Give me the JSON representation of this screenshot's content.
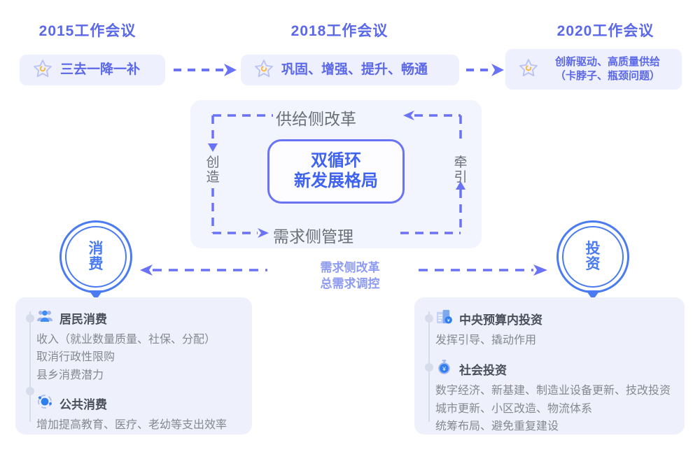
{
  "eras": [
    {
      "title": "2015工作会议",
      "star_icon": "star-refresh-icon",
      "pill_lines": [
        "三去一降一补"
      ],
      "connector_icon": "dashed-arrow-right-icon"
    },
    {
      "title": "2018工作会议",
      "star_icon": "star-refresh-icon",
      "pill_lines": [
        "巩固、增强、提升、畅通"
      ],
      "connector_icon": "dashed-arrow-right-icon"
    },
    {
      "title": "2020工作会议",
      "star_icon": "star-refresh-icon",
      "pill_lines": [
        "创新驱动、高质量供给",
        "（卡脖子、瓶颈问题）"
      ],
      "connector_icon": null
    }
  ],
  "center": {
    "top_flow": "供给侧改革",
    "bottom_flow": "需求侧管理",
    "left_label": "创造",
    "right_label": "牵引",
    "core_line1": "双循环",
    "core_line2": "新发展格局",
    "loop_left_arrow_icon": "dashed-arrow-down-icon",
    "loop_right_arrow_icon": "dashed-arrow-up-icon",
    "top_arrow_icon": "dashed-arrow-left-icon",
    "bottom_arrow_icon": "dashed-arrow-right-icon"
  },
  "nodes": {
    "left": {
      "label": "消费",
      "pointer_icon": "triangle-down-icon"
    },
    "right": {
      "label": "投资",
      "pointer_icon": "triangle-down-icon"
    }
  },
  "mid_arrows": {
    "label_line1": "需求侧改革",
    "label_line2": "总需求调控",
    "left_arrow_icon": "dashed-arrow-left-icon",
    "right_arrow_icon": "dashed-arrow-right-icon"
  },
  "cards": [
    {
      "side": "left",
      "groups": [
        {
          "icon": "people-group-icon",
          "title": "居民消费",
          "lines": [
            "收入（就业数量质量、社保、分配）",
            "取消行政性限购",
            "县乡消费潜力"
          ]
        },
        {
          "icon": "atom-orbit-icon",
          "title": "公共消费",
          "lines": [
            "增加提高教育、医疗、老幼等支出效率"
          ]
        }
      ]
    },
    {
      "side": "right",
      "groups": [
        {
          "icon": "building-chart-icon",
          "title": "中央预算内投资",
          "lines": [
            "发挥引导、撬动作用"
          ]
        },
        {
          "icon": "stopwatch-yuan-icon",
          "title": "社会投资",
          "lines": [
            "数字经济、新基建、制造业设备更新、技改投资",
            "城市更新、小区改造、物流体系",
            "统筹布局、避免重复建设"
          ]
        }
      ]
    }
  ],
  "colors": {
    "accent_blue": "#5b68e8",
    "arrow_blue": "#6a72f5",
    "circle_blue": "#4a7bf0",
    "core_text": "#3f63f0",
    "pill_bg": "#eef0fd",
    "panel_bg": "#f2f4fe",
    "card_bg": "#eef1fb",
    "gray_text": "#6b6f76",
    "star_accent": "#f5b942"
  }
}
